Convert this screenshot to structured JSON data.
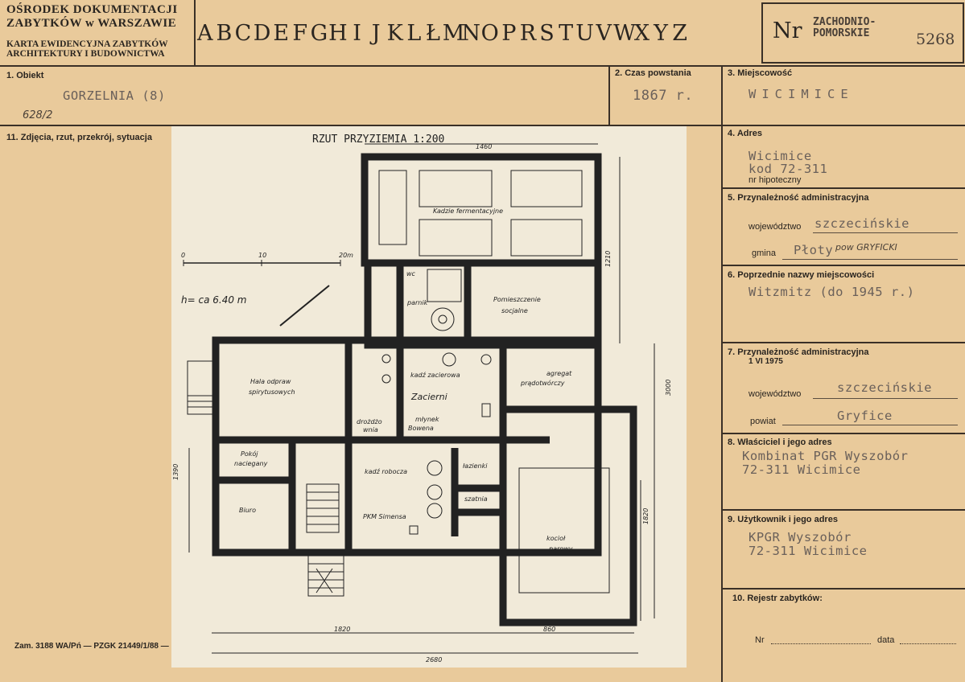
{
  "header": {
    "org_line1": "OŚRODEK DOKUMENTACJI",
    "org_line2": "ZABYTKÓW w WARSZAWIE",
    "card_line1": "KARTA EWIDENCYJNA ZABYTKÓW",
    "card_line2": "ARCHITEKTURY I BUDOWNICTWA",
    "letters": [
      "A",
      "B",
      "C",
      "D",
      "E",
      "F",
      "G",
      "H",
      "I",
      "J",
      "K",
      "L",
      "Ł",
      "M",
      "N",
      "O",
      "P",
      "R",
      "S",
      "T",
      "U",
      "V",
      "W",
      "X",
      "Y",
      "Z"
    ],
    "nr_label": "Nr",
    "stamp_line1": "ZACHODNIO-",
    "stamp_line2": "POMORSKIE",
    "stamp_number": "5268"
  },
  "fields": {
    "obiekt_label": "1. Obiekt",
    "obiekt_value": "GORZELNIA (8)",
    "obiekt_note": "628/2",
    "czas_label": "2. Czas powstania",
    "czas_value": "1867 r.",
    "miejscowosc_label": "3. Miejscowość",
    "miejscowosc_value": "WICIMICE",
    "zdjecia_label": "11. Zdjęcia, rzut, przekrój, sytuacja",
    "adres_label": "4. Adres",
    "adres_line1": "Wicimice",
    "adres_line2": "kod 72-311",
    "nr_hipoteczny": "nr hipoteczny",
    "przyn_label": "5. Przynależność administracyjna",
    "wojewodztwo_label": "województwo",
    "wojewodztwo_value": "szczecińskie",
    "gmina_label": "gmina",
    "gmina_value": "Płoty",
    "gmina_hand": "pow GRYFICKI",
    "poprzednie_label": "6. Poprzednie nazwy miejscowości",
    "poprzednie_value": "Witzmitz (do 1945 r.)",
    "przyn1975_label": "7. Przynależność administracyjna",
    "przyn1975_date": "1 VI 1975",
    "wojewodztwo2_label": "województwo",
    "wojewodztwo2_value": "szczecińskie",
    "powiat_label": "powiat",
    "powiat_value": "Gryfice",
    "wlasciciel_label": "8. Właściciel i jego adres",
    "wlasciciel_line1": "Kombinat PGR Wyszobór",
    "wlasciciel_line2": "72-311 Wicimice",
    "uzytkownik_label": "9. Użytkownik i jego adres",
    "uzytkownik_line1": "KPGR Wyszobór",
    "uzytkownik_line2": "72-311 Wicimice",
    "rejestr_label": "10. Rejestr zabytków:",
    "nr_label": "Nr",
    "data_label": "data"
  },
  "plan": {
    "title": "RZUT PRZYZIEMIA 1:200",
    "dim_top": "1460",
    "dim_right_upper": "1210",
    "dim_right_full": "3000",
    "dim_left": "1390",
    "dim_right_lower": "1820",
    "dim_bottom_left": "1820",
    "dim_bottom_right": "860",
    "dim_bottom_total": "2680",
    "scale_0": "0",
    "scale_10": "10",
    "scale_20": "20m",
    "height_note": "h= ca 6.40 m",
    "rooms": {
      "kadzie": "Kadzie fermentacyjne",
      "wc": "wc",
      "parnik": "parnik",
      "pomieszczenie_1": "Pomieszczenie",
      "pomieszczenie_2": "socjalne",
      "hala_1": "Hala odpraw",
      "hala_2": "spirytusowych",
      "kadz_zacierowa": "kadź zacierowa",
      "zacierni": "Zacierni",
      "drozdzow_1": "drożdżo",
      "drozdzow_2": "wnia",
      "mlynek_1": "młynek",
      "mlynek_2": "Bowena",
      "agregat_1": "agregat",
      "agregat_2": "prądotwórczy",
      "pokoj_1": "Pokój",
      "pokoj_2": "naciegany",
      "biuro": "Biuro",
      "kadz_robocza": "kadź robocza",
      "pkm": "PKM Simensa",
      "lazienki": "łazienki",
      "szatnia": "szatnia",
      "kociol_1": "kocioł",
      "kociol_2": "parowy"
    }
  },
  "footer": "Zam. 3188 WA/Pń — PZGK 21449/1/88 —"
}
